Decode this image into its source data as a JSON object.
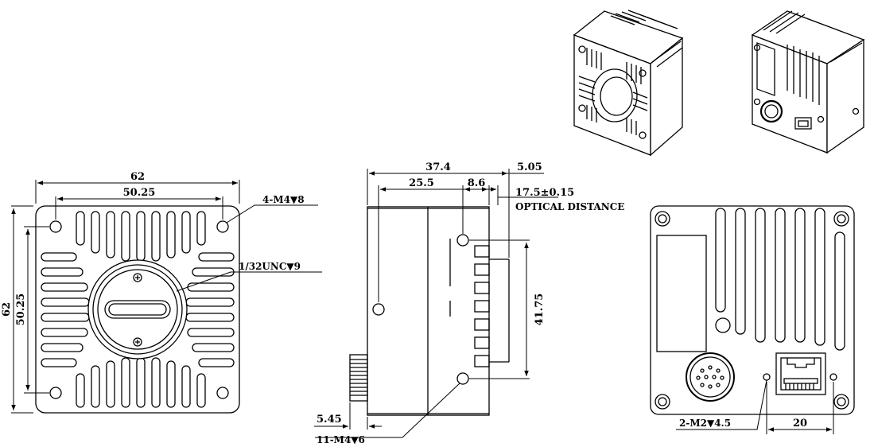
{
  "front_view": {
    "width": "62",
    "hole_spacing_x": "50.25",
    "height": "62",
    "hole_spacing_y": "50.25",
    "mount_holes": "4-M4▼8",
    "lens_mount": "1/32UNC▼9"
  },
  "side_view": {
    "overall_length": "37.4",
    "body_length": "25.5",
    "fin_depth": "8.6",
    "flange": "5.05",
    "optical_distance_value": "17.5±0.15",
    "optical_distance_label": "OPTICAL DISTANCE",
    "hole_spacing": "41.75",
    "connector_length": "5.45",
    "side_holes": "11-M4▼6"
  },
  "rear_view": {
    "small_holes": "2-M2▼4.5",
    "connector_spacing": "20"
  },
  "colors": {
    "line": "#000000",
    "background": "#ffffff"
  }
}
